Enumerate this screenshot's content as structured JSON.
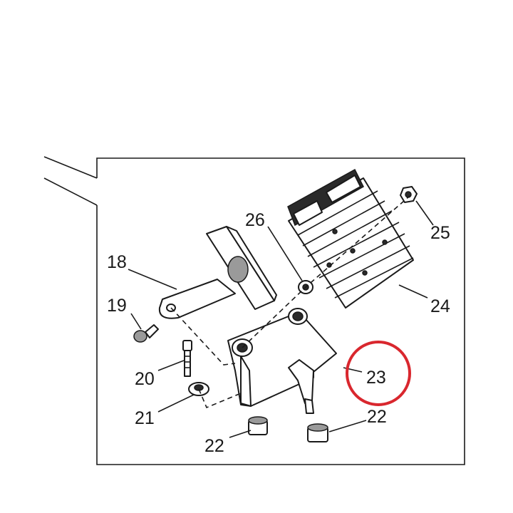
{
  "callouts": [
    {
      "id": "c18",
      "text": "18"
    },
    {
      "id": "c19",
      "text": "19"
    },
    {
      "id": "c20",
      "text": "20"
    },
    {
      "id": "c21",
      "text": "21"
    },
    {
      "id": "c22a",
      "text": "22"
    },
    {
      "id": "c22b",
      "text": "22"
    },
    {
      "id": "c23",
      "text": "23"
    },
    {
      "id": "c24",
      "text": "24"
    },
    {
      "id": "c25",
      "text": "25"
    },
    {
      "id": "c26",
      "text": "26"
    }
  ],
  "highlight": {
    "callout": "23",
    "color": "#d9272e"
  },
  "colors": {
    "line": "#1a1a1a",
    "background": "#ffffff",
    "shade": "#9a9a9a"
  }
}
